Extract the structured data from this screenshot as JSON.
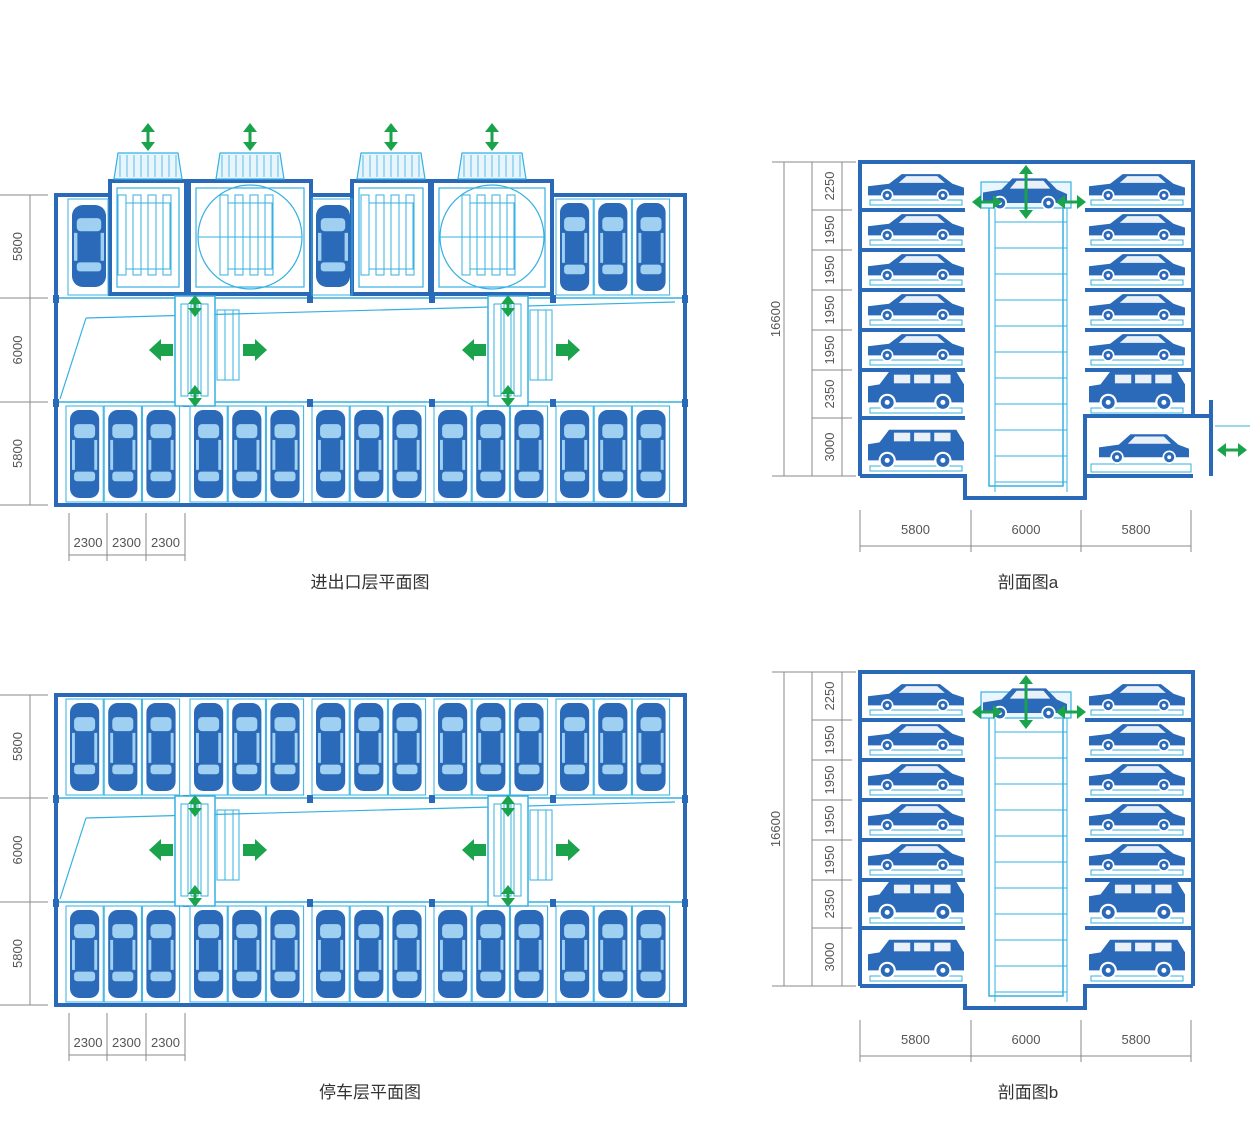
{
  "colors": {
    "wall": "#2a68b8",
    "car": "#2a6ab8",
    "car_light": "#9fd0f2",
    "line": "#35b0e2",
    "arrow": "#1aa34a",
    "dim": "#888888",
    "text": "#333333"
  },
  "plans": [
    {
      "title": "进出口层平面图",
      "row_dims": [
        "5800",
        "6000",
        "5800"
      ],
      "col_dims": [
        "2300",
        "2300",
        "2300"
      ]
    },
    {
      "title": "停车层平面图",
      "row_dims": [
        "5800",
        "6000",
        "5800"
      ],
      "col_dims": [
        "2300",
        "2300",
        "2300"
      ]
    }
  ],
  "sections": [
    {
      "title": "剖面图a",
      "total_height": "16600",
      "level_dims": [
        "2250",
        "1950",
        "1950",
        "1950",
        "1950",
        "2350",
        "3000"
      ],
      "width_dims": [
        "5800",
        "6000",
        "5800"
      ]
    },
    {
      "title": "剖面图b",
      "total_height": "16600",
      "level_dims": [
        "2250",
        "1950",
        "1950",
        "1950",
        "1950",
        "2350",
        "3000"
      ],
      "width_dims": [
        "5800",
        "6000",
        "5800"
      ]
    }
  ]
}
